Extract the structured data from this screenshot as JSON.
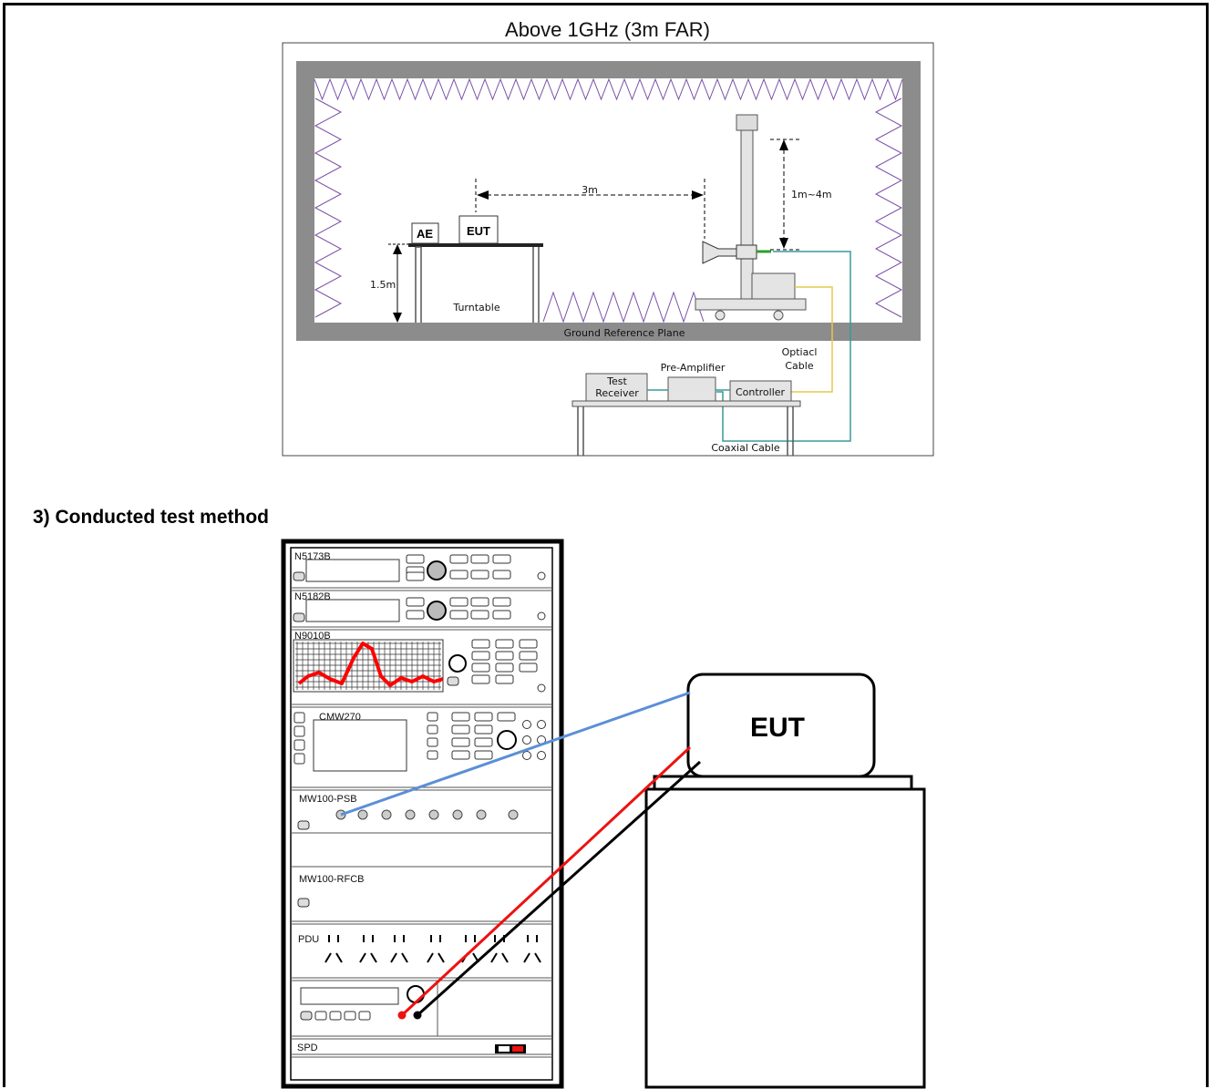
{
  "radiated": {
    "title": "Above 1GHz (3m FAR)",
    "labels": {
      "ae": "AE",
      "eut": "EUT",
      "distance": "3m",
      "height_range": "1m~4m",
      "table_height": "1.5m",
      "turntable": "Turntable",
      "ground_plane": "Ground Reference Plane",
      "optical_cable_1": "Optiacl",
      "optical_cable_2": "Cable",
      "pre_amplifier": "Pre-Amplifier",
      "test_receiver_1": "Test",
      "test_receiver_2": "Receiver",
      "controller": "Controller",
      "coaxial_cable": "Coaxial Cable"
    }
  },
  "conducted": {
    "heading": "3)  Conducted test method",
    "rack_units": {
      "u1": "N5173B",
      "u2": "N5182B",
      "u3": "N9010B",
      "u4": "CMW270",
      "u5": "MW100-PSB",
      "u6": "MW100-RFCB",
      "u7": "PDU",
      "u8": "SPD"
    },
    "eut_label": "EUT"
  },
  "colors": {
    "chamber_wall": "#8c8c8c",
    "absorber": "#7a4fa6",
    "optical_cable": "#e6c84a",
    "coaxial_cable": "#3a9a9a",
    "green_connector": "#2aa02a",
    "spectrum_trace": "#ff0000",
    "rf_cable": "#5b8fd6",
    "power_red": "#ee1111",
    "power_black": "#000000"
  }
}
